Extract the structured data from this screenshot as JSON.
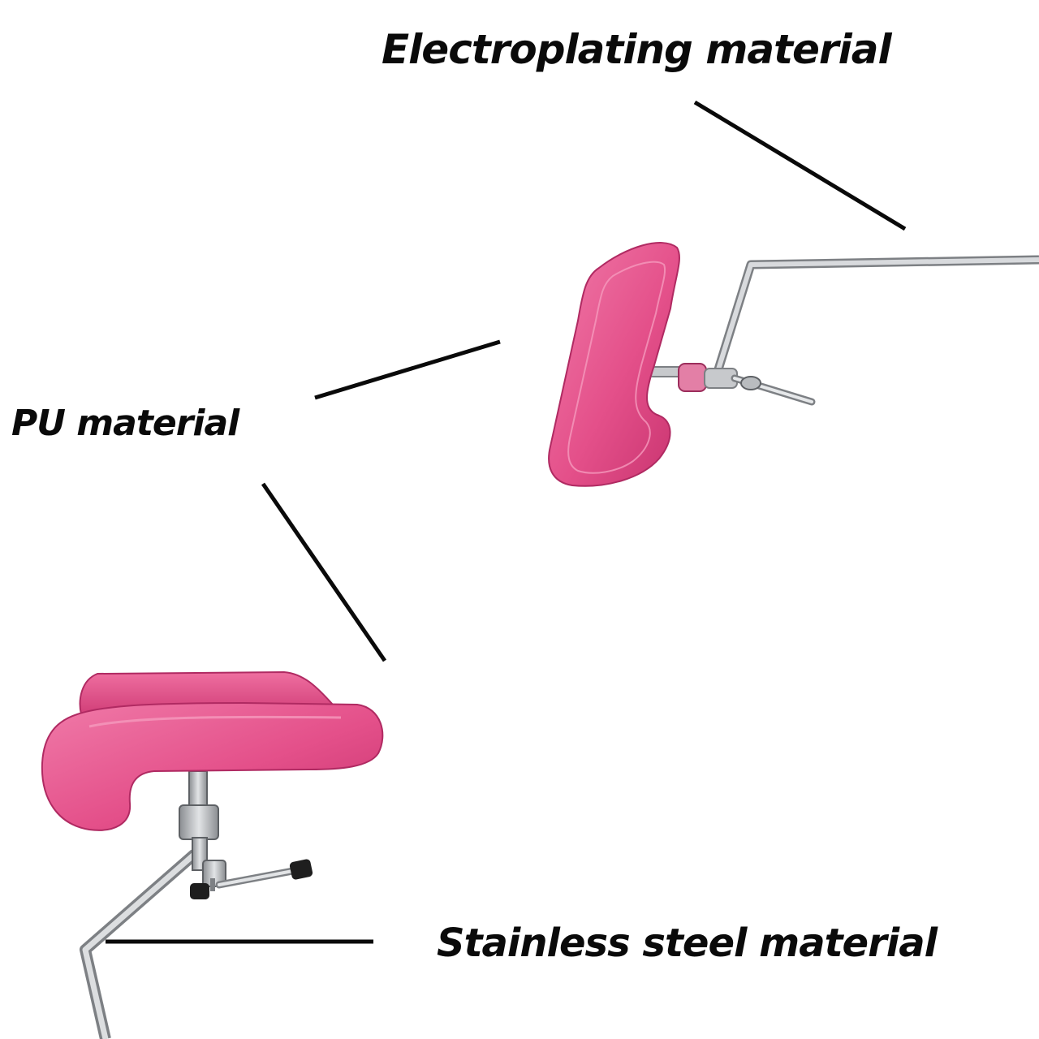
{
  "labels": {
    "electroplating": "Electroplating material",
    "pu": "PU material",
    "stainless_steel": "Stainless steel material"
  },
  "colors": {
    "background": "#ffffff",
    "pu_pink": "#e4508a",
    "pu_pink_dark": "#c8336f",
    "pu_pink_light": "#f07aa8",
    "steel": "#b9bcbf",
    "steel_dark": "#7d8084",
    "text": "#0a0a0a",
    "leader_line": "#0a0a0a"
  }
}
